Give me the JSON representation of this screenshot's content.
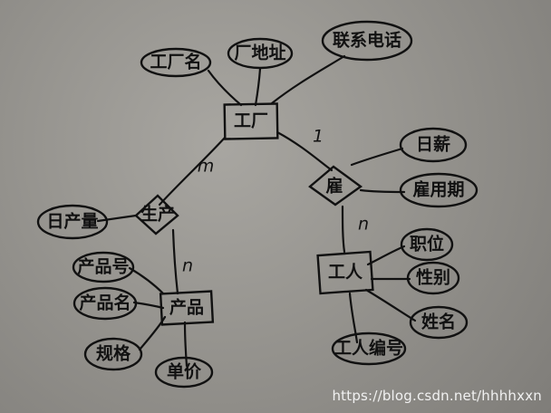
{
  "entities": {
    "factory": "工厂",
    "product": "产品",
    "worker": "工人"
  },
  "relationships": {
    "produce": "生产",
    "hire": "雇"
  },
  "attributes": {
    "factory_name": "工厂名",
    "factory_address": "厂地址",
    "phone": "联系电话",
    "daily_wage": "日薪",
    "hire_period": "雇用期",
    "daily_output": "日产量",
    "product_id": "产品号",
    "product_name": "产品名",
    "spec": "规格",
    "price": "单价",
    "position": "职位",
    "gender": "性别",
    "name": "姓名",
    "worker_id": "工人编号"
  },
  "cardinalities": {
    "factory_produce": "m",
    "produce_product": "n",
    "factory_hire": "1",
    "hire_worker": "n"
  },
  "watermark": "https://blog.csdn.net/hhhhxxn"
}
